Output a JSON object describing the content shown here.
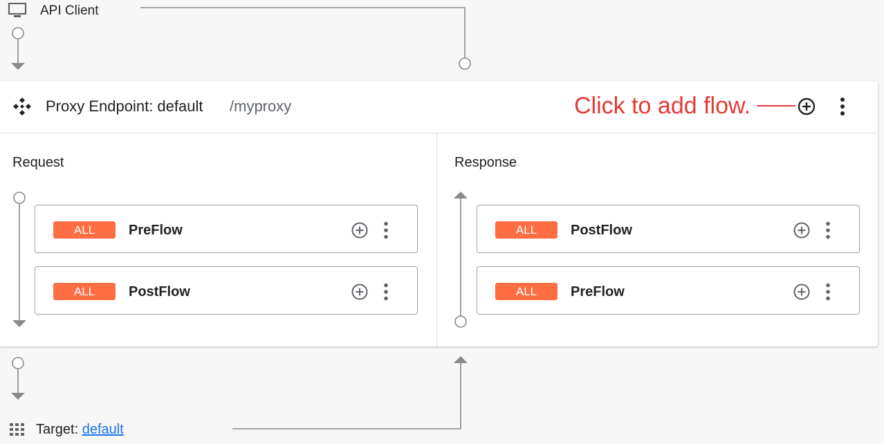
{
  "client": {
    "label": "API Client",
    "icon": "monitor-icon"
  },
  "endpoint": {
    "title": "Proxy Endpoint: default",
    "path": "/myproxy",
    "hint": "Click to add flow.",
    "hint_color": "#e53935",
    "icon": "endpoint-diamond-icon"
  },
  "request": {
    "title": "Request",
    "flows": [
      {
        "badge": "ALL",
        "name": "PreFlow"
      },
      {
        "badge": "ALL",
        "name": "PostFlow"
      }
    ]
  },
  "response": {
    "title": "Response",
    "flows": [
      {
        "badge": "ALL",
        "name": "PostFlow"
      },
      {
        "badge": "ALL",
        "name": "PreFlow"
      }
    ]
  },
  "target": {
    "label": "Target:",
    "link": "default",
    "icon": "grid-icon"
  },
  "colors": {
    "badge": "#ff6d42",
    "link": "#1a73e8",
    "connector": "#8a8a8a"
  }
}
